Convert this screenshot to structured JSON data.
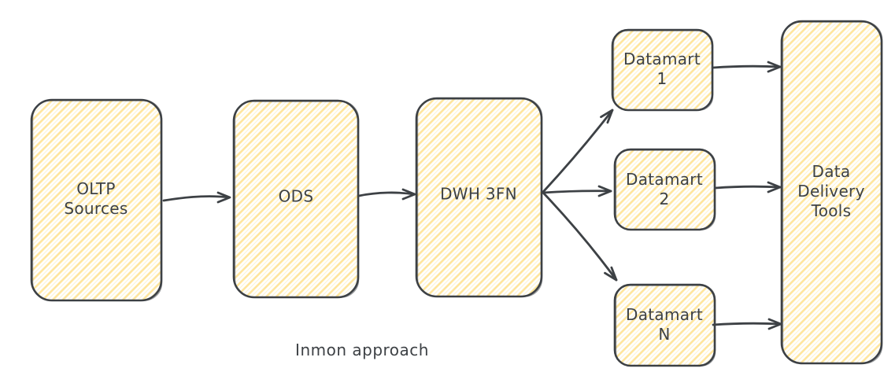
{
  "diagram": {
    "caption": "Inmon approach",
    "colors": {
      "stroke-color": "#3d4145",
      "hatch-color": "#ffe59b",
      "hatch-color-light": "#fff3cd",
      "bg-color": "#ffffff"
    },
    "nodes": [
      {
        "id": "oltp-sources",
        "label": "OLTP\nSources"
      },
      {
        "id": "ods",
        "label": "ODS"
      },
      {
        "id": "dwh-3fn",
        "label": "DWH 3FN"
      },
      {
        "id": "datamart-1",
        "label": "Datamart\n1"
      },
      {
        "id": "datamart-2",
        "label": "Datamart\n2"
      },
      {
        "id": "datamart-n",
        "label": "Datamart\nN"
      },
      {
        "id": "data-delivery-tools",
        "label": "Data\nDelivery\nTools"
      }
    ],
    "edges": [
      {
        "from": "oltp-sources",
        "to": "ods"
      },
      {
        "from": "ods",
        "to": "dwh-3fn"
      },
      {
        "from": "dwh-3fn",
        "to": "datamart-1"
      },
      {
        "from": "dwh-3fn",
        "to": "datamart-2"
      },
      {
        "from": "dwh-3fn",
        "to": "datamart-n"
      },
      {
        "from": "datamart-1",
        "to": "data-delivery-tools"
      },
      {
        "from": "datamart-2",
        "to": "data-delivery-tools"
      },
      {
        "from": "datamart-n",
        "to": "data-delivery-tools"
      }
    ]
  }
}
